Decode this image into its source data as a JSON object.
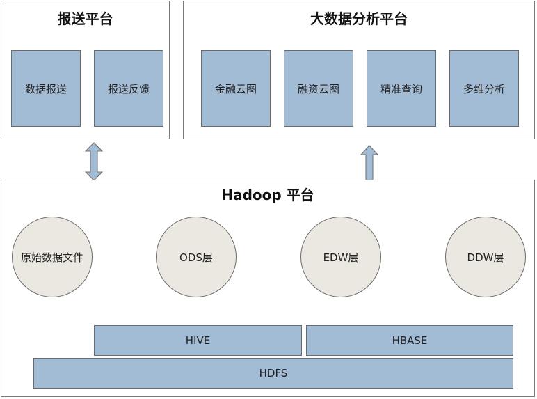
{
  "report_platform": {
    "title": "报送平台",
    "items": [
      "数据报送",
      "报送反馈"
    ]
  },
  "analytics_platform": {
    "title": "大数据分析平台",
    "items": [
      "金融云图",
      "融资云图",
      "精准查询",
      "多维分析"
    ]
  },
  "hadoop_platform": {
    "title": "Hadoop 平台",
    "layers": [
      "原始数据文件",
      "ODS层",
      "EDW层",
      "DDW层"
    ],
    "storage": {
      "hive": "HIVE",
      "hbase": "HBASE",
      "hdfs": "HDFS"
    }
  },
  "colors": {
    "box_fill": "#a3bcd6",
    "circle_fill": "#ebe8e1",
    "border": "#6b6b6b"
  }
}
